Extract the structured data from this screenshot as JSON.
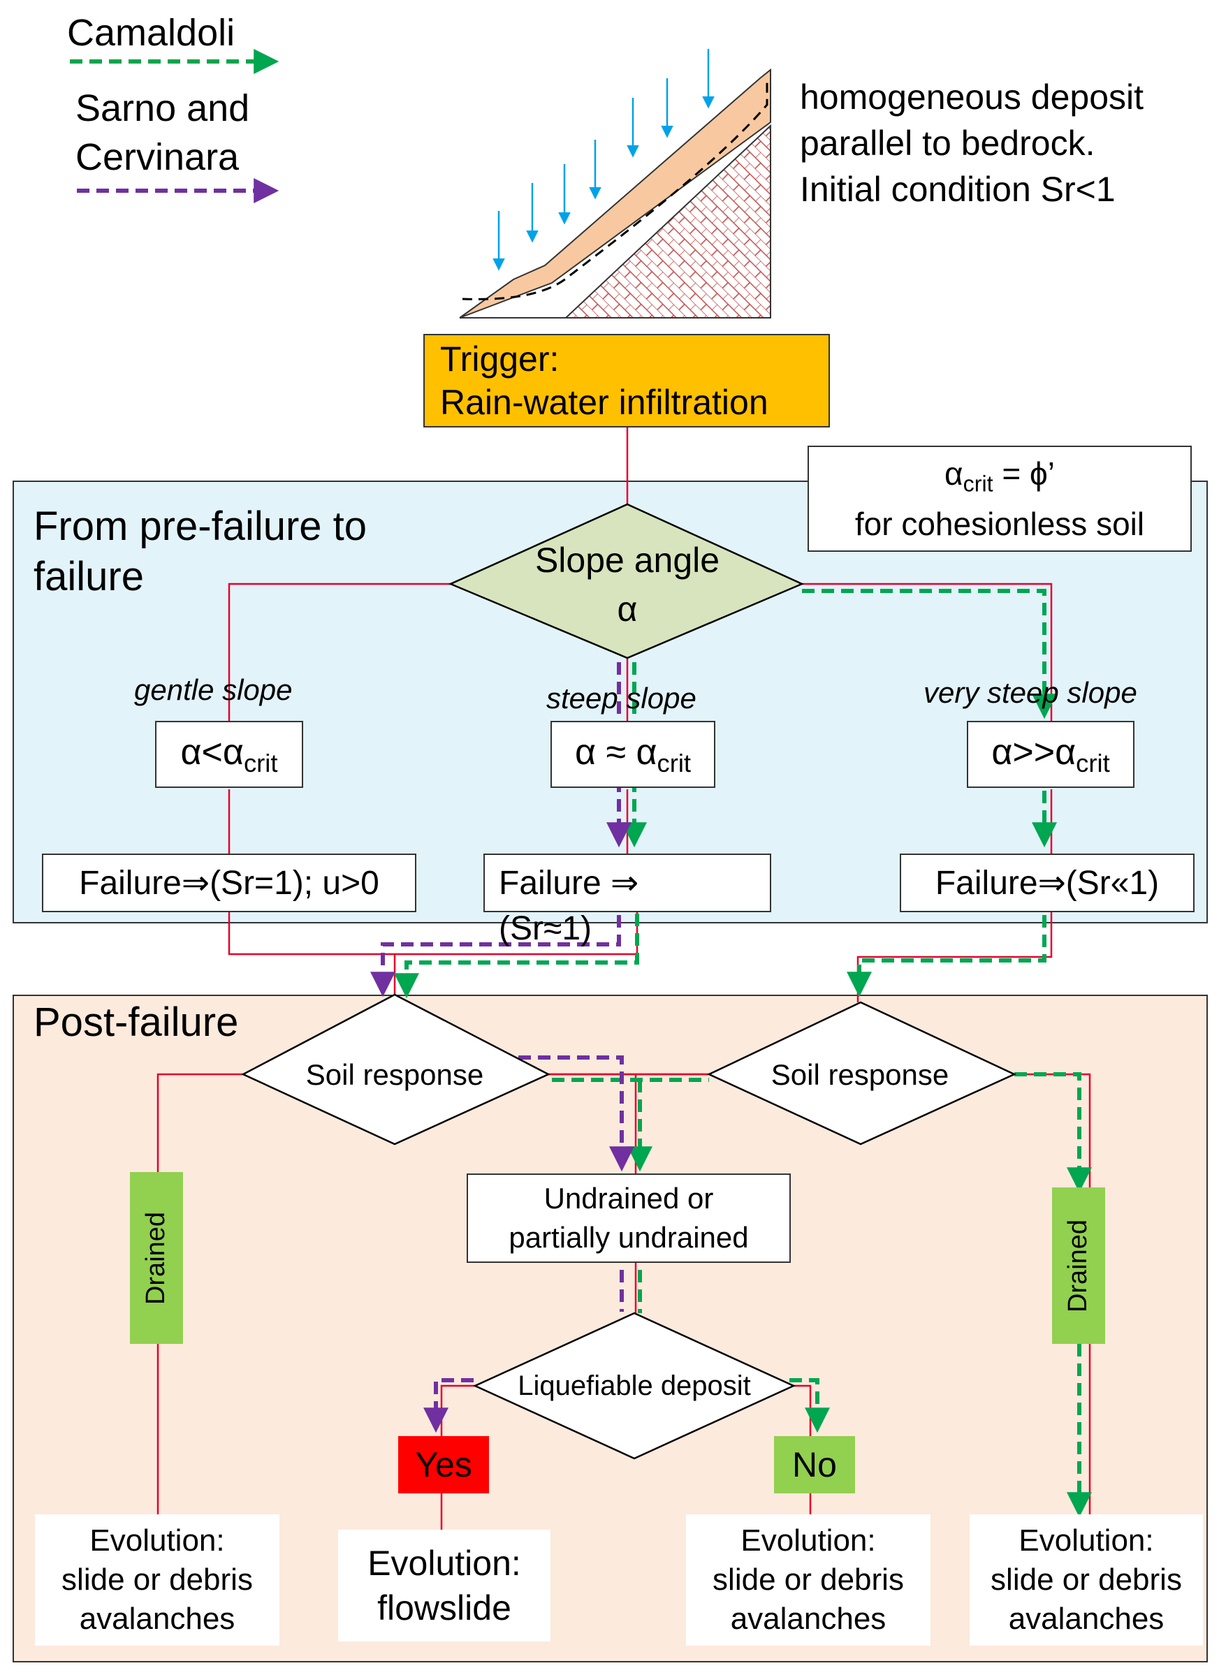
{
  "legend": {
    "camaldoli": "Camaldoli",
    "sarno_line1": "Sarno and",
    "sarno_line2": "Cervinara",
    "camaldoli_color": "#00A650",
    "sarno_color": "#7030A0"
  },
  "slope_note": {
    "line1": "homogeneous deposit",
    "line2": "parallel to bedrock.",
    "line3": "Initial condition Sr<1"
  },
  "trigger": {
    "line1": "Trigger:",
    "line2": "Rain-water infiltration"
  },
  "pre_failure": {
    "title_line1": "From pre-failure to",
    "title_line2": "failure",
    "crit_note": {
      "alpha": "α",
      "sub": "crit",
      "eq": " = ϕ’",
      "line2": "for cohesionless soil"
    },
    "slope_angle": {
      "line1": "Slope angle",
      "line2": "α"
    },
    "gentle": {
      "label": "gentle slope",
      "cond_main": "α<α",
      "cond_sub": "crit",
      "failure": "Failure⇒(Sr=1); u>0"
    },
    "steep": {
      "label": "steep slope",
      "cond_main": "α ≈ α",
      "cond_sub": "crit",
      "failure_line1": "Failure ⇒",
      "failure_line2": "(Sr≈1)"
    },
    "very_steep": {
      "label": "very steep slope",
      "cond_main": "α>>α",
      "cond_sub": "crit",
      "failure": "Failure⇒(Sr«1)"
    }
  },
  "post_failure": {
    "title": "Post-failure",
    "soil_response_left": "Soil response",
    "soil_response_right": "Soil response",
    "drained_left": "Drained",
    "drained_right": "Drained",
    "undrained_line1": "Undrained or",
    "undrained_line2": "partially undrained",
    "liquefiable": "Liquefiable deposit",
    "yes": "Yes",
    "no": "No",
    "evo1": {
      "line1": "Evolution:",
      "line2": "slide or debris",
      "line3": "avalanches"
    },
    "evo2": {
      "line1": "Evolution:",
      "line2": "flowslide"
    },
    "evo3": {
      "line1": "Evolution:",
      "line2": "slide or debris",
      "line3": "avalanches"
    },
    "evo4": {
      "line1": "Evolution:",
      "line2": "slide or debris",
      "line3": "avalanches"
    }
  },
  "colors": {
    "trigger_fill": "#FFC000",
    "panel1_fill": "#E2F3FA",
    "panel2_fill": "#FCEADD",
    "diamond_fill": "#D7E4BD",
    "drained_fill": "#92D050",
    "yes_fill": "#FF0000",
    "no_fill": "#92D050",
    "red_line": "#E8002A",
    "rain": "#00A2E8",
    "deposit": "#F8C9A0"
  }
}
